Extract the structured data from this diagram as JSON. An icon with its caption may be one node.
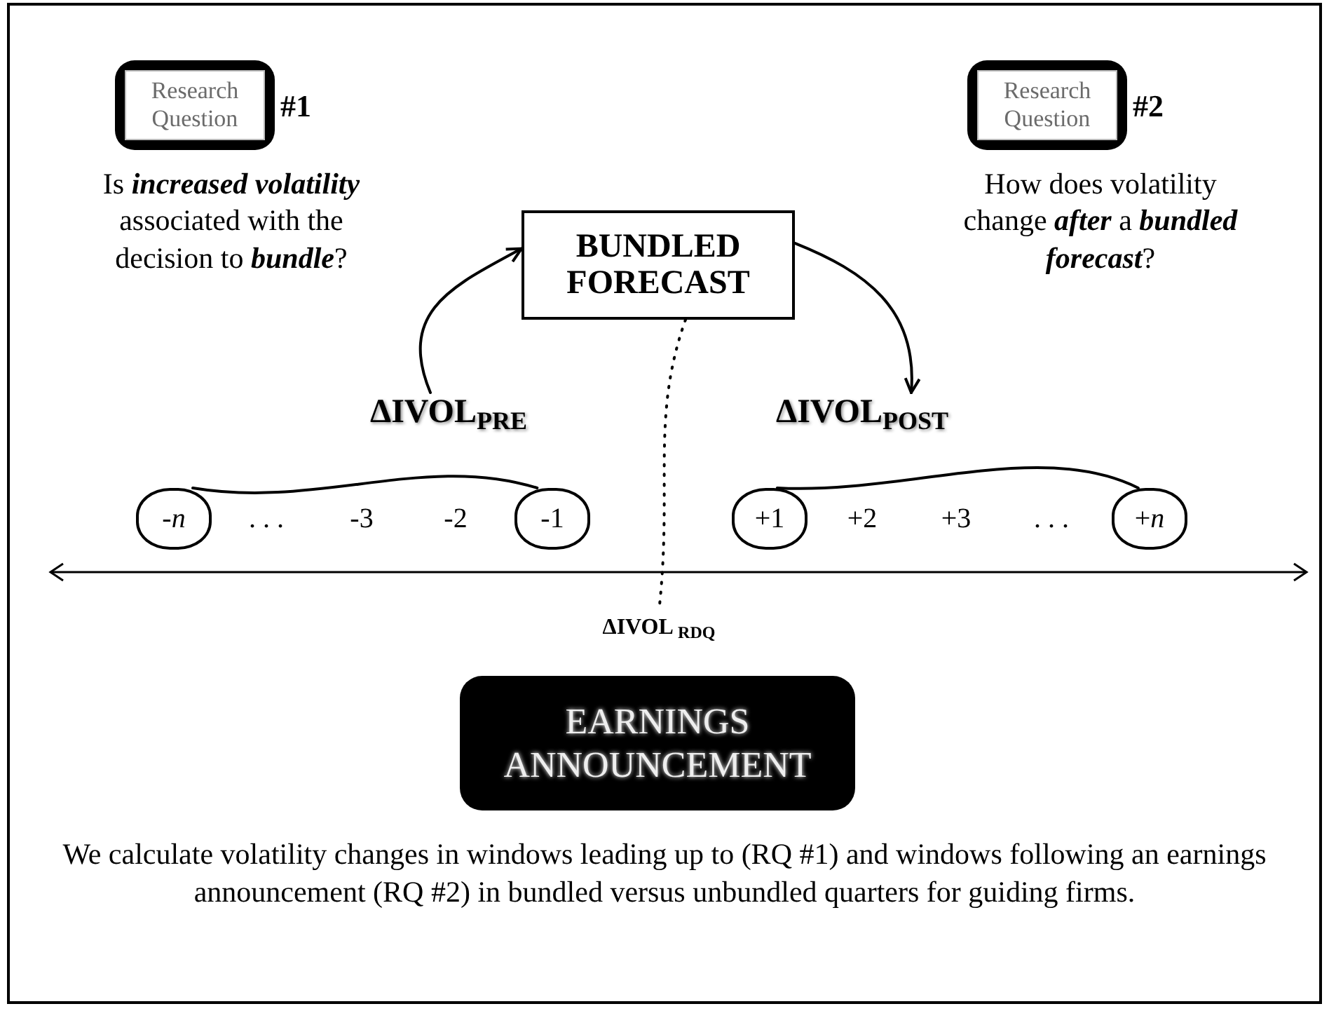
{
  "diagram": {
    "nodes": [
      {
        "text": [
          "Research Question"
        ],
        "beside": [
          "#1"
        ]
      },
      {
        "text": [
          "Research Question"
        ],
        "beside": [
          "#2"
        ]
      },
      {
        "text": [
          "BUNDLED FORECAST"
        ]
      },
      {
        "text": [
          "ΔIVOL$_{PRE}$"
        ]
      },
      {
        "text": [
          "ΔIVOL$_{POST}$"
        ]
      },
      {
        "text": [
          "-*n*"
        ]
      },
      {
        "text": [
          "-1"
        ]
      },
      {
        "text": [
          "+1"
        ]
      },
      {
        "text": [
          "+*n*"
        ]
      },
      {
        "text": [
          "ΔIVOL $_{RDQ}$"
        ]
      },
      {
        "text": [
          "EARNINGS ANNOUNCEMENT"
        ]
      }
    ],
    "edges": [
      {
        "from": 3,
        "to": 2,
        "arrow": "to"
      },
      {
        "from": 2,
        "to": 4,
        "arrow": "to"
      },
      {
        "from": 2,
        "to": 9,
        "arrow": "none",
        "style": "dashed"
      },
      {
        "from": 5,
        "to": 6,
        "arrow": "none"
      },
      {
        "from": 7,
        "to": 8,
        "arrow": "none"
      }
    ],
    "labels": [
      "Is **increased volatility** associated with the decision to **bundle**?",
      "How does volatility change **after** a **bundled forecast**?",
      ". . .",
      "-3",
      "-2",
      "+2",
      "+3",
      ". . ."
    ],
    "caption": "We calculate volatility changes in windows leading up to (RQ #1) and windows following an earnings announcement (RQ #2) in bundled versus unbundled quarters for guiding firms."
  }
}
